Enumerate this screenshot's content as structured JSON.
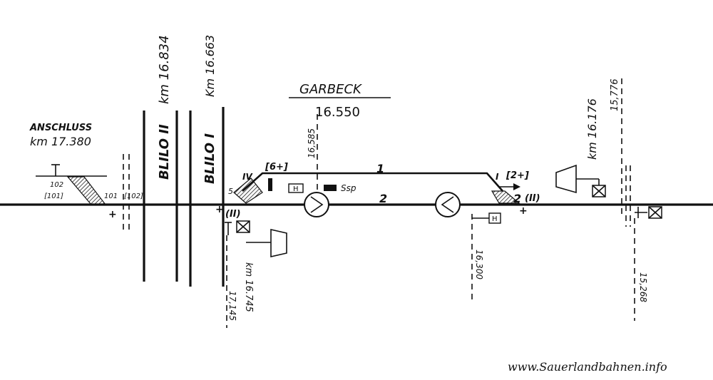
{
  "station": {
    "name": "GARBECK",
    "km": "16.550"
  },
  "siding": {
    "label_line1": "ANSCHLUSS",
    "label_line2": "km 17.380",
    "switch_upper": "102",
    "switch_lower": "[101]",
    "switch_right": "101",
    "switch_right_bracket": "[102]"
  },
  "blocks": {
    "blilo2_label": "BLILO II",
    "blilo2_km": "km 16.834",
    "blilo1_label": "BLILO I",
    "blilo1_km": "Km 16.663"
  },
  "tracks": {
    "track1": "1",
    "track2": "2",
    "track2_right": "2"
  },
  "points_west": {
    "label_iv": "IV",
    "label_6": "[6+]",
    "label_5": "5",
    "label_ii": "(II)",
    "plus": "+"
  },
  "points_east": {
    "label_i": "I",
    "label_2": "[2+]",
    "label_ii_bracket": "(II)",
    "plus": "+"
  },
  "signals": {
    "km_16585": "16,585",
    "km_16745": "km 16.745",
    "km_17145": "17,145",
    "km_16300": "16,300",
    "km_16176": "km 16.176",
    "km_15776": "15,776",
    "km_15268": "15,268",
    "ssp": "Ssp",
    "h_marker": "H"
  },
  "footer": {
    "credit": "www.Sauerlandbahnen.info"
  }
}
